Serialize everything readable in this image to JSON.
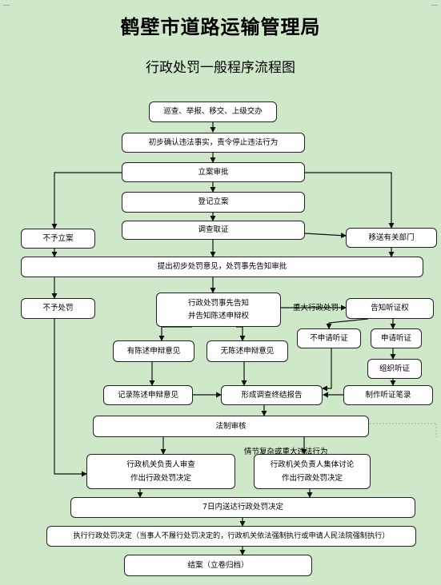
{
  "title": "鹤壁市道路运输管理局",
  "subtitle": "行政处罚一般程序流程图",
  "nodes": {
    "patrol": "巡查、举报、移交、上级交办",
    "confirm": "初步确认违法事实，责令停止违法行为",
    "filing_approval": "立案审批",
    "register": "登记立案",
    "investigate": "调查取证",
    "no_filing": "不予立案",
    "transfer": "移送有关部门",
    "initial_opinion": "提出初步处罚意见，处罚事先告知审批",
    "no_penalty": "不予处罚",
    "notice_line1": "行政处罚事先告知",
    "notice_line2": "并告知陈述申辩权",
    "has_statement": "有陈述申辩意见",
    "no_statement": "无陈述申辩意见",
    "record_statement": "记录陈述申辩意见",
    "final_report": "形成调查终结报告",
    "hearing_notice": "告知听证权",
    "no_hearing": "不申请听证",
    "apply_hearing": "申请听证",
    "organize_hearing": "组织听证",
    "hearing_record": "制作听证笔录",
    "legal_review": "法制审核",
    "head_review_line1": "行政机关负责人审查",
    "head_review_line2": "作出行政处罚决定",
    "collective_line1": "行政机关负责人集体讨论",
    "collective_line2": "作出行政处罚决定",
    "deliver": "7日内送达行政处罚决定",
    "execute": "执行行政处罚决定（当事人不履行处罚决定的，行政机关依法强制执行或申请人民法院强制执行）",
    "close": "结案（立卷归档）"
  },
  "labels": {
    "major": "重大行政处罚",
    "complex": "情节复杂或重大违法行为"
  }
}
